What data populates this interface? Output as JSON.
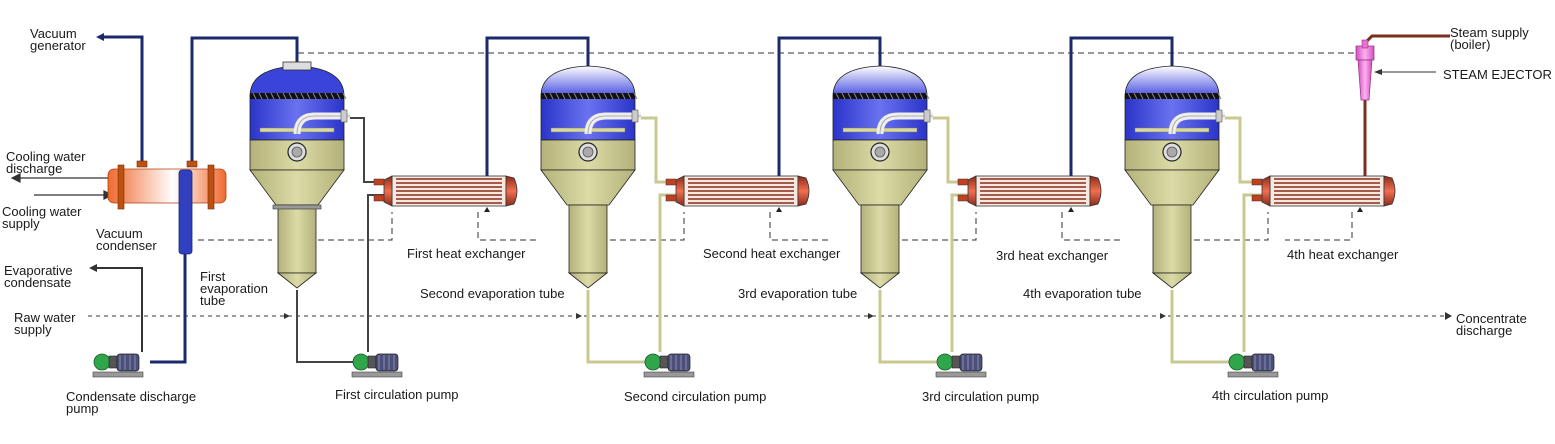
{
  "labels": {
    "vacuum_generator": "Vacuum\ngenerator",
    "cooling_water_discharge": "Cooling water\ndischarge",
    "cooling_water_supply": "Cooling water\nsupply",
    "vacuum_condenser": "Vacuum\ncondenser",
    "evaporative_condensate": "Evaporative\ncondensate",
    "raw_water_supply": "Raw water\nsupply",
    "condensate_discharge_pump": "Condensate discharge\npump",
    "first_evaporation_tube": "First\nevaporation\ntube",
    "first_circulation_pump": "First circulation pump",
    "first_heat_exchanger": "First heat exchanger",
    "second_evaporation_tube": "Second evaporation tube",
    "second_circulation_pump": "Second circulation pump",
    "second_heat_exchanger": "Second heat exchanger",
    "third_evaporation_tube": "3rd evaporation tube",
    "third_circulation_pump": "3rd circulation pump",
    "third_heat_exchanger": "3rd heat exchanger",
    "fourth_evaporation_tube": "4th evaporation tube",
    "fourth_circulation_pump": "4th circulation pump",
    "fourth_heat_exchanger": "4th heat exchanger",
    "steam_supply": "Steam supply\n(boiler)",
    "steam_ejector": "STEAM EJECTOR",
    "concentrate_discharge": "Concentrate\ndischarge"
  },
  "colors": {
    "vapor_pipe": "#1c2a6b",
    "liquid_pipe": "#c8c890",
    "dark_pipe": "#444444",
    "steam_pipe": "#7a2f1e",
    "vessel_blue": "#3a44d8",
    "vessel_olive": "#c9c78e",
    "exchanger_red": "#e8583a",
    "ejector_pink": "#e870d8",
    "pump_green": "#2fa64a",
    "pump_motor": "#4c4f7a"
  }
}
